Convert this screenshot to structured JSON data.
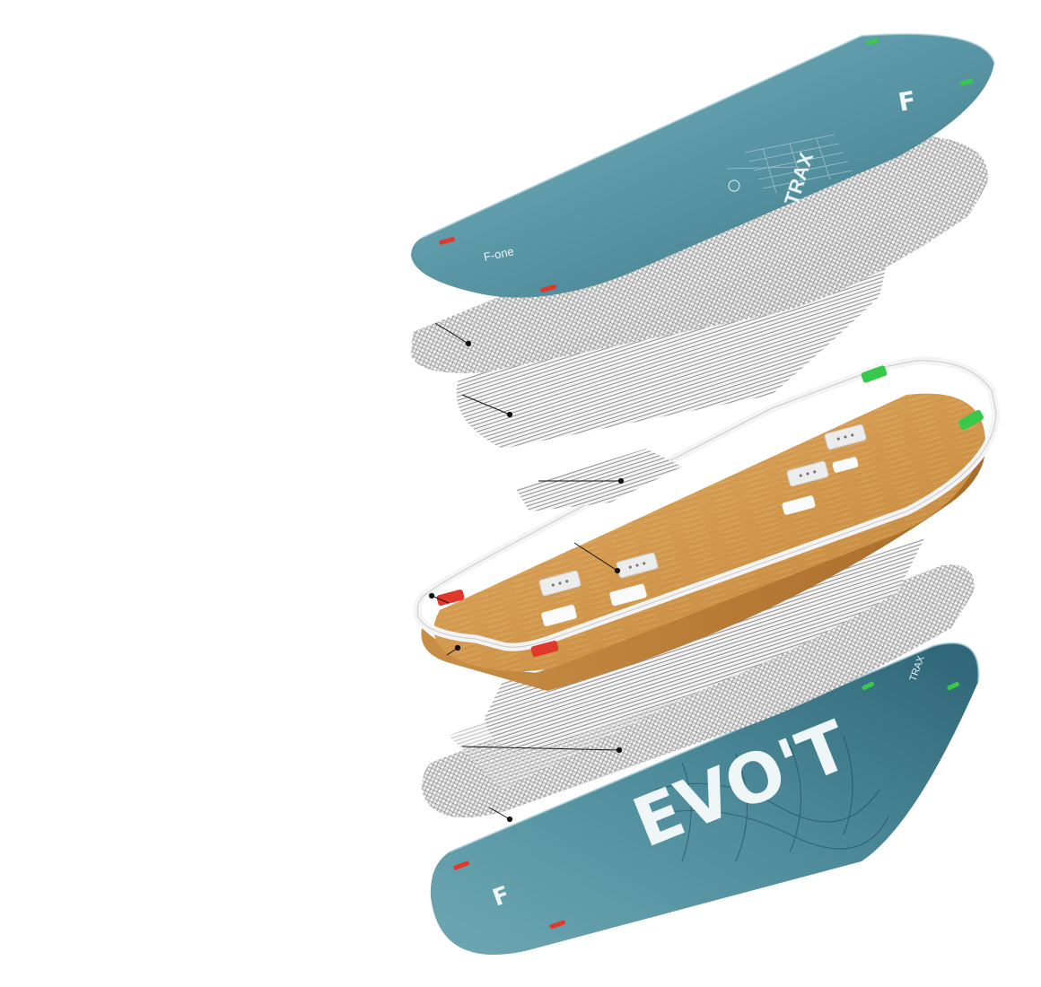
{
  "diagram": {
    "subject": "kiteboard construction layers (exploded view)",
    "top_deck": {
      "brand_text": "F-one",
      "logo_glyph": "F",
      "graphic_text": "TRAX"
    },
    "bottom_base": {
      "graphic_text": "EVO'T",
      "logo_glyph": "F",
      "small_text": "TRAX"
    },
    "colors": {
      "deck_teal": "#4f8e9e",
      "deck_teal_light": "#8fc0c9",
      "wood_light": "#d9a45c",
      "wood_dark": "#b97a36",
      "insert_red": "#e0382b",
      "insert_green": "#38c94a",
      "rail_white": "#f4f4f4",
      "fabric_grey": "#9a9a9a",
      "leader_line": "#111111"
    },
    "layers": [
      {
        "name": "top-deck",
        "kind": "sheet"
      },
      {
        "name": "fiberglass-layer-1",
        "kind": "biax-fabric"
      },
      {
        "name": "fiberglass-layer-2",
        "kind": "uni-fabric"
      },
      {
        "name": "fiberglass-layer-3",
        "kind": "uni-fabric-strip"
      },
      {
        "name": "sidewall-rail",
        "kind": "rail"
      },
      {
        "name": "wood-core",
        "kind": "bamboo-core"
      },
      {
        "name": "fiberglass-layer-4",
        "kind": "uni-fabric"
      },
      {
        "name": "fiberglass-layer-5",
        "kind": "biax-fabric"
      },
      {
        "name": "base",
        "kind": "sheet"
      }
    ]
  }
}
